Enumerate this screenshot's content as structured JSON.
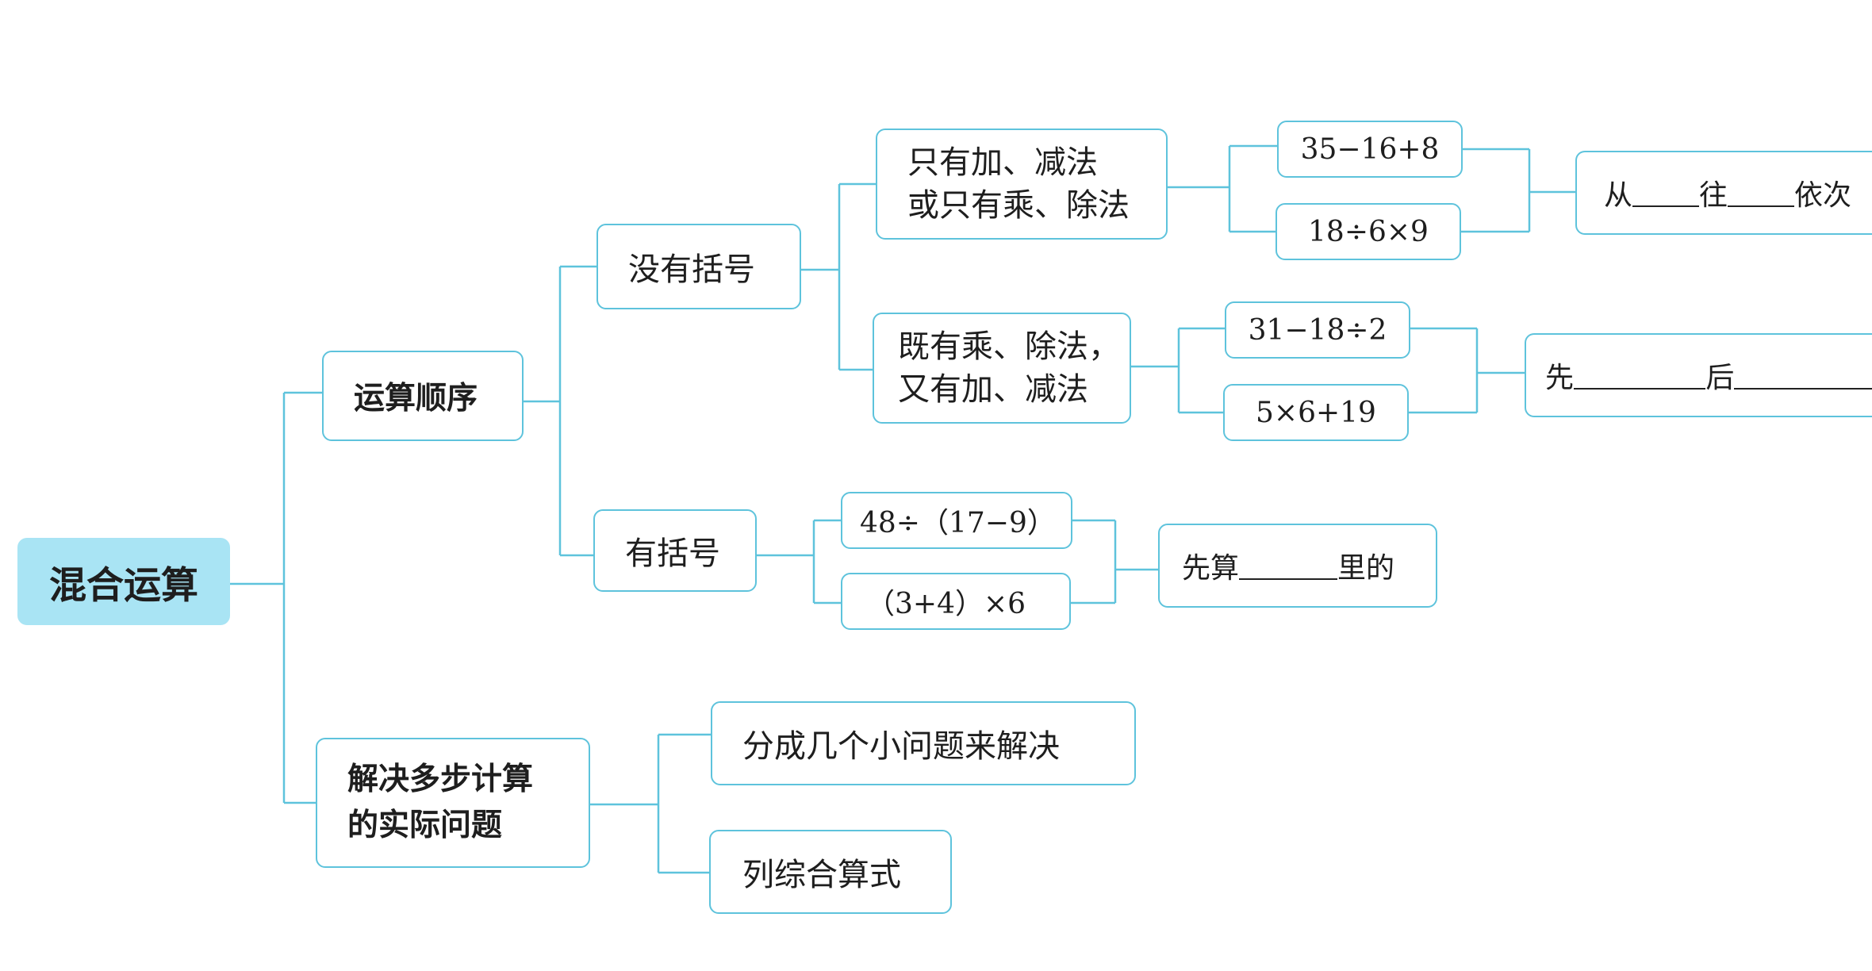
{
  "root": {
    "label": "混合运算"
  },
  "order": {
    "label": "运算顺序",
    "no_brackets": {
      "label": "没有括号",
      "case_same_level": {
        "line1": "只有加、减法",
        "line2": "或只有乘、除法",
        "example1": "35−16+8",
        "example2": "18÷6×9",
        "rule_part1": "从",
        "rule_part2": "往",
        "rule_part3": "依次"
      },
      "case_mixed": {
        "line1": "既有乘、除法，",
        "line2": "又有加、减法",
        "example1": "31−18÷2",
        "example2": "5×6+19",
        "rule_part1": "先",
        "rule_part2": "后"
      }
    },
    "with_brackets": {
      "label": "有括号",
      "example1": "48÷（17−9）",
      "example2": "（3+4）×6",
      "rule_part1": "先算",
      "rule_part2": "里的"
    }
  },
  "problems": {
    "line1": "解决多步计算",
    "line2": "的实际问题",
    "method1": "分成几个小问题来解决",
    "method2": "列综合算式"
  },
  "colors": {
    "line": "#5ec3dc",
    "root_fill": "#a9e4f4",
    "text": "#1e1e1e"
  }
}
